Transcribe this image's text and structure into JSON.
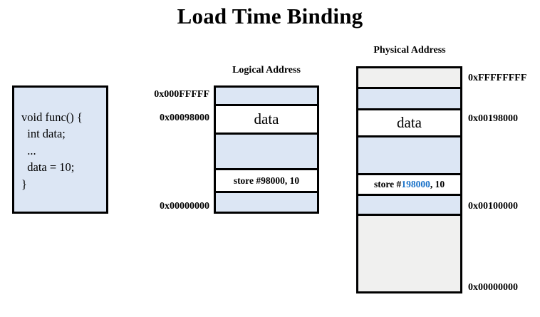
{
  "slide": {
    "title": "Load Time Binding",
    "background": "#ffffff",
    "accent_blue": "#1a72c8",
    "fill_blue": "#dce6f4",
    "fill_gray": "#f0f0ef"
  },
  "code_block": {
    "text": "void func() {\n  int data;\n  ...\n  data = 10;\n}"
  },
  "logical": {
    "header": "Logical Address",
    "segments": [
      {
        "fill": "blue",
        "label": ""
      },
      {
        "fill": "white",
        "label": "data"
      },
      {
        "fill": "blue",
        "label": ""
      },
      {
        "fill": "white",
        "label": "store #98000, 10"
      },
      {
        "fill": "blue",
        "label": ""
      }
    ],
    "addresses": [
      {
        "text": "0x000FFFFF"
      },
      {
        "text": "0x00098000"
      },
      {
        "text": "0x00000000"
      }
    ]
  },
  "physical": {
    "header": "Physical Address",
    "segments": [
      {
        "fill": "gray",
        "label": ""
      },
      {
        "fill": "blue",
        "label": ""
      },
      {
        "fill": "white",
        "label": "data"
      },
      {
        "fill": "blue",
        "label": ""
      },
      {
        "fill": "white",
        "label_prefix": "store #",
        "label_highlight": "198000",
        "label_suffix": ", 10"
      },
      {
        "fill": "blue",
        "label": ""
      },
      {
        "fill": "gray",
        "label": ""
      }
    ],
    "addresses": [
      {
        "text": "0xFFFFFFFF"
      },
      {
        "text": "0x00198000"
      },
      {
        "text": "0x00100000"
      },
      {
        "text": "0x00000000"
      }
    ]
  }
}
